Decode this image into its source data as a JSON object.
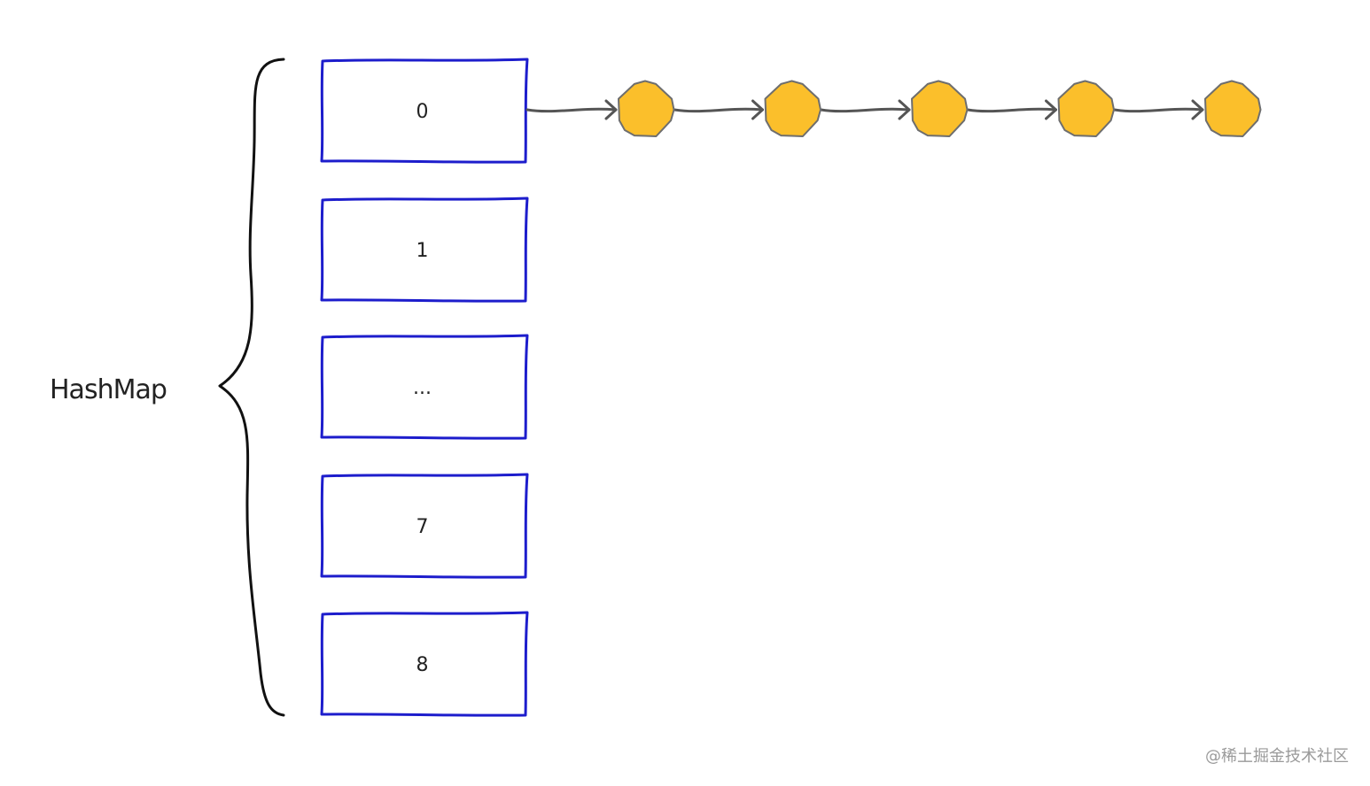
{
  "diagram": {
    "map_label": "HashMap",
    "buckets": [
      {
        "label": "0",
        "chain_length": 5
      },
      {
        "label": "1",
        "chain_length": 0
      },
      {
        "label": "...",
        "chain_length": 0
      },
      {
        "label": "7",
        "chain_length": 0
      },
      {
        "label": "8",
        "chain_length": 0
      }
    ]
  },
  "colors": {
    "bucket_stroke": "#1d1dcc",
    "node_fill": "#fbbf2b",
    "node_stroke": "#6e6e6e",
    "arrow": "#555555",
    "brace": "#111111",
    "text": "#222222"
  },
  "watermark": "@稀土掘金技术社区"
}
